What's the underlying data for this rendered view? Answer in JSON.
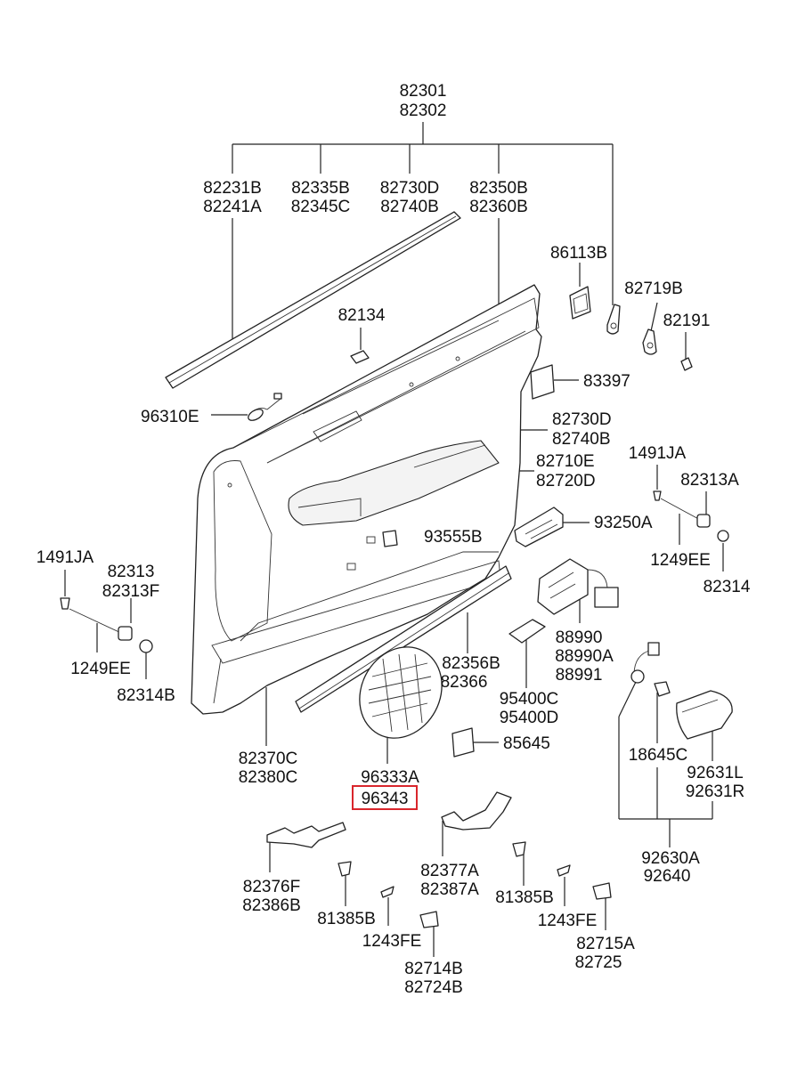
{
  "diagram": {
    "highlight_color": "#d9262c",
    "labels": {
      "l82301": "82301",
      "l82302": "82302",
      "l82231B": "82231B",
      "l82241A": "82241A",
      "l82335B": "82335B",
      "l82345C": "82345C",
      "l82730D_top": "82730D",
      "l82740B_top": "82740B",
      "l82350B": "82350B",
      "l82360B": "82360B",
      "l86113B": "86113B",
      "l82719B": "82719B",
      "l82191": "82191",
      "l82134": "82134",
      "l83397": "83397",
      "l96310E": "96310E",
      "l82730D": "82730D",
      "l82740B": "82740B",
      "l82710E": "82710E",
      "l82720D": "82720D",
      "l1491JA_r": "1491JA",
      "l82313A": "82313A",
      "l93250A": "93250A",
      "l93555B": "93555B",
      "l1249EE_r": "1249EE",
      "l82314": "82314",
      "l1491JA_l": "1491JA",
      "l82313": "82313",
      "l82313F": "82313F",
      "l1249EE_l": "1249EE",
      "l82314B": "82314B",
      "l88990": "88990",
      "l88990A": "88990A",
      "l88991": "88991",
      "l82356B": "82356B",
      "l82366": "82366",
      "l95400C": "95400C",
      "l95400D": "95400D",
      "l85645": "85645",
      "l18645C": "18645C",
      "l92631L": "92631L",
      "l92631R": "92631R",
      "l82370C": "82370C",
      "l82380C": "82380C",
      "l96333A": "96333A",
      "l96343": "96343",
      "l92630A": "92630A",
      "l92640": "92640",
      "l82376F": "82376F",
      "l82386B": "82386B",
      "l82377A": "82377A",
      "l82387A": "82387A",
      "l81385B_l": "81385B",
      "l81385B_r": "81385B",
      "l1243FE_l": "1243FE",
      "l1243FE_r": "1243FE",
      "l82715A": "82715A",
      "l82725": "82725",
      "l82714B": "82714B",
      "l82724B": "82724B"
    }
  }
}
